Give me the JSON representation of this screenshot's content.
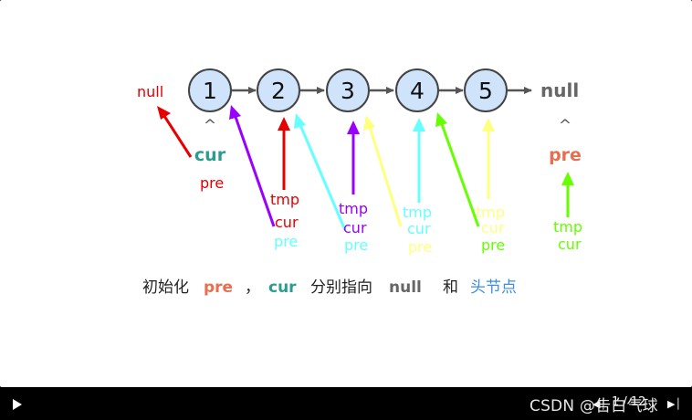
{
  "diagram": {
    "nodes": [
      "1",
      "2",
      "3",
      "4",
      "5"
    ],
    "left_null": "null",
    "right_null": "null",
    "caret": "^",
    "cur_code": "cur",
    "pre_code": "pre",
    "colors": {
      "node_fill": "#cfe4fb",
      "node_stroke": "#444444",
      "edge": "#555555",
      "red": "#e60000",
      "purple": "#9900ff",
      "cyan": "#66ffff",
      "yellow": "#ffff80",
      "green": "#66ff00",
      "teal": "#2a9d8f",
      "orange": "#e76f51",
      "blue": "#3b8ee0",
      "gray": "#666666"
    },
    "labels": {
      "red_pre": "pre",
      "purple_tmp": "tmp",
      "purple_cur": "cur",
      "cyan_pre": "pre",
      "purple2_tmp": "tmp",
      "purple2_cur": "cur",
      "cyan2_pre": "pre",
      "cyan3_tmp": "tmp",
      "cyan3_cur": "cur",
      "yellow_pre": "pre",
      "yellow_tmp": "tmp",
      "yellow_cur": "cur",
      "green_pre": "pre",
      "green_tmp": "tmp",
      "green_cur": "cur"
    }
  },
  "caption": {
    "part1": "初始化",
    "pre": "pre",
    "comma": "，",
    "cur": "cur",
    "part2": "分别指向",
    "null": "null",
    "and": "和",
    "head": "头节点"
  },
  "player": {
    "watermark": "CSDN @告白气球",
    "counter": "1 / 12"
  }
}
